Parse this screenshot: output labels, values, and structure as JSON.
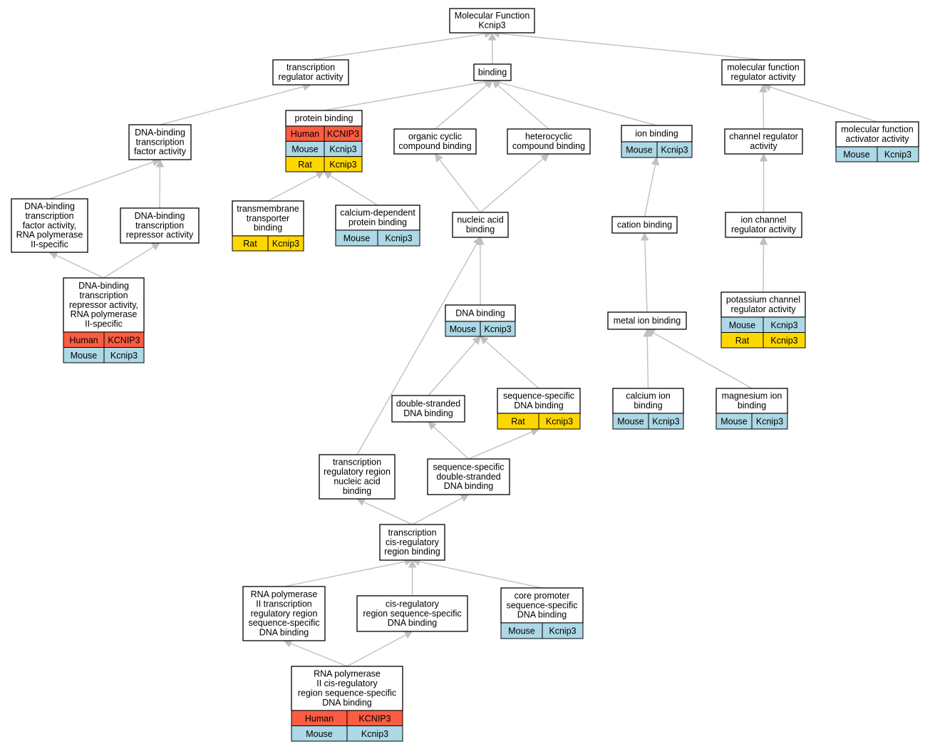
{
  "diagram": {
    "colors": {
      "Human": "#fb5c42",
      "Mouse": "#add8e6",
      "Rat": "#ffd700",
      "edge": "#c0c0c0"
    },
    "nodes": [
      {
        "id": "root",
        "lines": [
          "Molecular Function",
          "Kcnip3"
        ],
        "rows": []
      },
      {
        "id": "tra",
        "lines": [
          "transcription",
          "regulator activity"
        ],
        "rows": []
      },
      {
        "id": "bind",
        "lines": [
          "binding"
        ],
        "rows": []
      },
      {
        "id": "mfra",
        "lines": [
          "molecular function",
          "regulator activity"
        ],
        "rows": []
      },
      {
        "id": "dbtfa",
        "lines": [
          "DNA-binding",
          "transcription",
          "factor activity"
        ],
        "rows": []
      },
      {
        "id": "pb",
        "lines": [
          "protein binding"
        ],
        "rows": [
          [
            "Human",
            "KCNIP3"
          ],
          [
            "Mouse",
            "Kcnip3"
          ],
          [
            "Rat",
            "Kcnip3"
          ]
        ]
      },
      {
        "id": "occb",
        "lines": [
          "organic cyclic",
          "compound binding"
        ],
        "rows": []
      },
      {
        "id": "hcb",
        "lines": [
          "heterocyclic",
          "compound binding"
        ],
        "rows": []
      },
      {
        "id": "ionb",
        "lines": [
          "ion binding"
        ],
        "rows": [
          [
            "Mouse",
            "Kcnip3"
          ]
        ]
      },
      {
        "id": "chra",
        "lines": [
          "channel regulator",
          "activity"
        ],
        "rows": []
      },
      {
        "id": "mfaa",
        "lines": [
          "molecular function",
          "activator activity"
        ],
        "rows": [
          [
            "Mouse",
            "Kcnip3"
          ]
        ]
      },
      {
        "id": "dbtfa2",
        "lines": [
          "DNA-binding",
          "transcription",
          "factor activity,",
          "RNA polymerase",
          "II-specific"
        ],
        "rows": []
      },
      {
        "id": "dbtra",
        "lines": [
          "DNA-binding",
          "transcription",
          "repressor activity"
        ],
        "rows": []
      },
      {
        "id": "tmtb",
        "lines": [
          "transmembrane",
          "transporter",
          "binding"
        ],
        "rows": [
          [
            "Rat",
            "Kcnip3"
          ]
        ]
      },
      {
        "id": "cdpb",
        "lines": [
          "calcium-dependent",
          "protein binding"
        ],
        "rows": [
          [
            "Mouse",
            "Kcnip3"
          ]
        ]
      },
      {
        "id": "nab",
        "lines": [
          "nucleic acid",
          "binding"
        ],
        "rows": []
      },
      {
        "id": "catb",
        "lines": [
          "cation binding"
        ],
        "rows": []
      },
      {
        "id": "icra",
        "lines": [
          "ion channel",
          "regulator activity"
        ],
        "rows": []
      },
      {
        "id": "dbtra2",
        "lines": [
          "DNA-binding",
          "transcription",
          "repressor activity,",
          "RNA polymerase",
          "II-specific"
        ],
        "rows": [
          [
            "Human",
            "KCNIP3"
          ],
          [
            "Mouse",
            "Kcnip3"
          ]
        ]
      },
      {
        "id": "dnab",
        "lines": [
          "DNA binding"
        ],
        "rows": [
          [
            "Mouse",
            "Kcnip3"
          ]
        ]
      },
      {
        "id": "mib",
        "lines": [
          "metal ion binding"
        ],
        "rows": []
      },
      {
        "id": "pcra",
        "lines": [
          "potassium channel",
          "regulator activity"
        ],
        "rows": [
          [
            "Mouse",
            "Kcnip3"
          ],
          [
            "Rat",
            "Kcnip3"
          ]
        ]
      },
      {
        "id": "dsdb",
        "lines": [
          "double-stranded",
          "DNA binding"
        ],
        "rows": []
      },
      {
        "id": "ssdb",
        "lines": [
          "sequence-specific",
          "DNA binding"
        ],
        "rows": [
          [
            "Rat",
            "Kcnip3"
          ]
        ]
      },
      {
        "id": "cib",
        "lines": [
          "calcium ion",
          "binding"
        ],
        "rows": [
          [
            "Mouse",
            "Kcnip3"
          ]
        ]
      },
      {
        "id": "mgib",
        "lines": [
          "magnesium ion",
          "binding"
        ],
        "rows": [
          [
            "Mouse",
            "Kcnip3"
          ]
        ]
      },
      {
        "id": "trnab",
        "lines": [
          "transcription",
          "regulatory region",
          "nucleic acid",
          "binding"
        ],
        "rows": []
      },
      {
        "id": "ssdsdb",
        "lines": [
          "sequence-specific",
          "double-stranded",
          "DNA binding"
        ],
        "rows": []
      },
      {
        "id": "tcrrb",
        "lines": [
          "transcription",
          "cis-regulatory",
          "region binding"
        ],
        "rows": []
      },
      {
        "id": "rp2tr",
        "lines": [
          "RNA polymerase",
          "II transcription",
          "regulatory region",
          "sequence-specific",
          "DNA binding"
        ],
        "rows": []
      },
      {
        "id": "crrss",
        "lines": [
          "cis-regulatory",
          "region sequence-specific",
          "DNA binding"
        ],
        "rows": []
      },
      {
        "id": "cpssdb",
        "lines": [
          "core promoter",
          "sequence-specific",
          "DNA binding"
        ],
        "rows": [
          [
            "Mouse",
            "Kcnip3"
          ]
        ]
      },
      {
        "id": "rp2cr",
        "lines": [
          "RNA polymerase",
          "II cis-regulatory",
          "region sequence-specific",
          "DNA binding"
        ],
        "rows": [
          [
            "Human",
            "KCNIP3"
          ],
          [
            "Mouse",
            "Kcnip3"
          ]
        ]
      }
    ],
    "edges": [
      [
        "tra",
        "root"
      ],
      [
        "bind",
        "root"
      ],
      [
        "mfra",
        "root"
      ],
      [
        "dbtfa",
        "tra"
      ],
      [
        "pb",
        "bind"
      ],
      [
        "occb",
        "bind"
      ],
      [
        "hcb",
        "bind"
      ],
      [
        "ionb",
        "bind"
      ],
      [
        "chra",
        "mfra"
      ],
      [
        "mfaa",
        "mfra"
      ],
      [
        "dbtfa2",
        "dbtfa"
      ],
      [
        "dbtra",
        "dbtfa"
      ],
      [
        "tmtb",
        "pb"
      ],
      [
        "cdpb",
        "pb"
      ],
      [
        "nab",
        "occb"
      ],
      [
        "nab",
        "hcb"
      ],
      [
        "catb",
        "ionb"
      ],
      [
        "icra",
        "chra"
      ],
      [
        "dbtra2",
        "dbtfa2"
      ],
      [
        "dbtra2",
        "dbtra"
      ],
      [
        "dnab",
        "nab"
      ],
      [
        "trnab",
        "nab"
      ],
      [
        "mib",
        "catb"
      ],
      [
        "pcra",
        "icra"
      ],
      [
        "dsdb",
        "dnab"
      ],
      [
        "ssdb",
        "dnab"
      ],
      [
        "cib",
        "mib"
      ],
      [
        "mgib",
        "mib"
      ],
      [
        "ssdsdb",
        "dsdb"
      ],
      [
        "ssdsdb",
        "ssdb"
      ],
      [
        "tcrrb",
        "trnab"
      ],
      [
        "tcrrb",
        "ssdsdb"
      ],
      [
        "rp2tr",
        "tcrrb"
      ],
      [
        "crrss",
        "tcrrb"
      ],
      [
        "cpssdb",
        "tcrrb"
      ],
      [
        "rp2cr",
        "rp2tr"
      ],
      [
        "rp2cr",
        "crrss"
      ]
    ]
  }
}
